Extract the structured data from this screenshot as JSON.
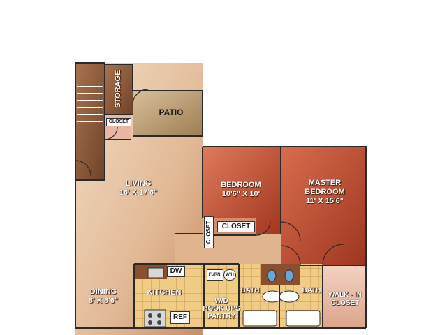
{
  "rooms": {
    "storage": "STORAGE",
    "closet_small": "CLOSET",
    "patio": "PATIO",
    "living": {
      "name": "LIVING",
      "size": "16' X 17'6\""
    },
    "bedroom": {
      "name": "BEDROOM",
      "size": "10'6\" X 10'"
    },
    "master": {
      "name": "MASTER",
      "name2": "BEDROOM",
      "size": "11' X 15'6\""
    },
    "closet_vertical": "CLOSET",
    "closet_bedroom": "CLOSET",
    "dining": {
      "name": "DINING",
      "size": "8' X 8'6\""
    },
    "kitchen": "KITCHEN",
    "dw": "DW",
    "ref": "REF",
    "furn": "FURN.",
    "wh": "W/H",
    "wd": {
      "line1": "W/D",
      "line2": "HOOK UPS",
      "line3": "PANTRY"
    },
    "bath1": "BATH",
    "bath2": "BATH",
    "walkin": {
      "line1": "WALK - IN",
      "line2": "CLOSET"
    }
  },
  "colors": {
    "floor": "#e6c4a2",
    "brown": "#8b5a38",
    "patio": "#b89a6e",
    "bedroom": "#c04a30",
    "master": "#b64530",
    "walkin": "#e8b9a4",
    "wall": "#2a2a2a",
    "tile": "#e9c27a"
  }
}
